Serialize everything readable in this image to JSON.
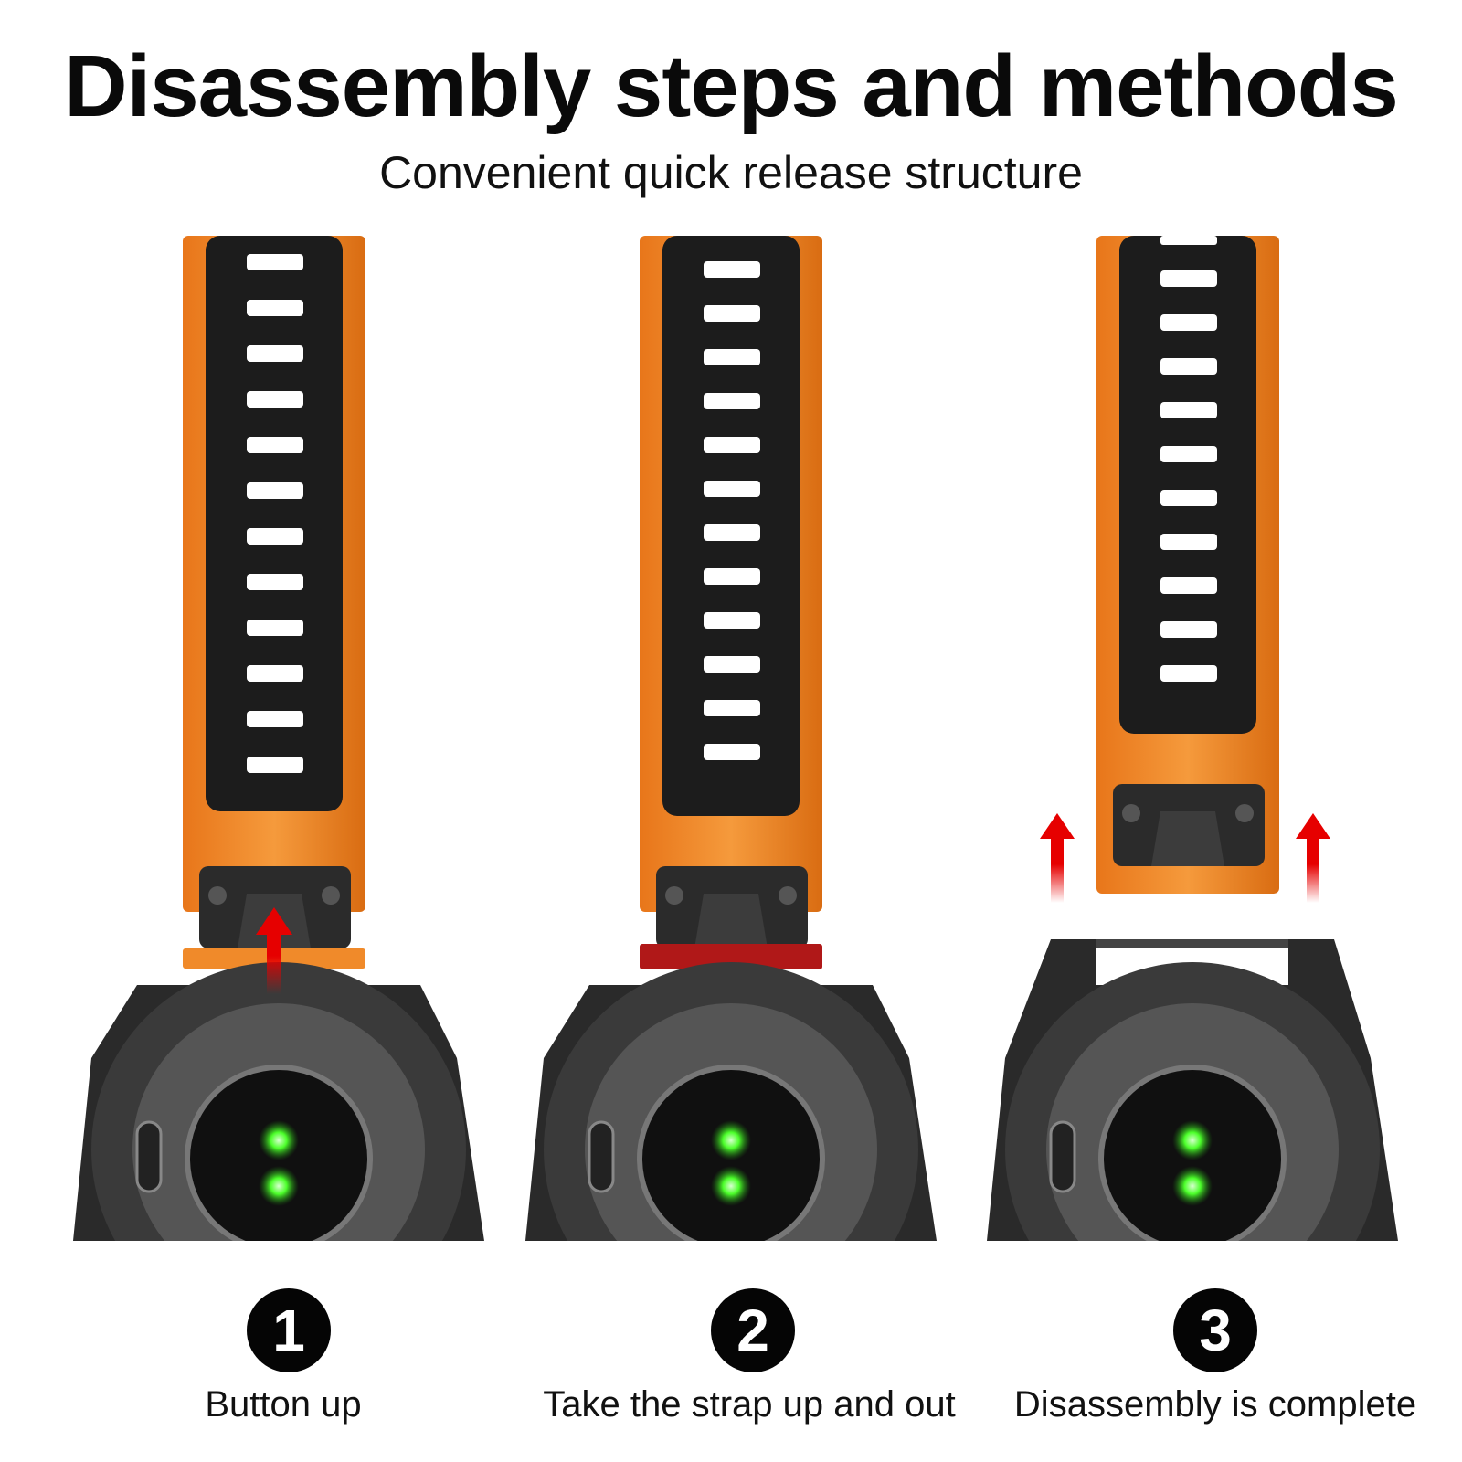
{
  "header": {
    "title": "Disassembly steps and methods",
    "subtitle": "Convenient quick release structure"
  },
  "steps": [
    {
      "number": "1",
      "caption": "Button up"
    },
    {
      "number": "2",
      "caption": "Take the strap up and out"
    },
    {
      "number": "3",
      "caption": "Disassembly is complete"
    }
  ],
  "colors": {
    "strap_frame": "#f08a2a",
    "strap_inner": "#1c1c1c",
    "watch_body": "#3a3a3a",
    "arrow": "#e60000",
    "sensor_light": "#5cff3a"
  },
  "icons": [
    "up-arrow-icon"
  ]
}
